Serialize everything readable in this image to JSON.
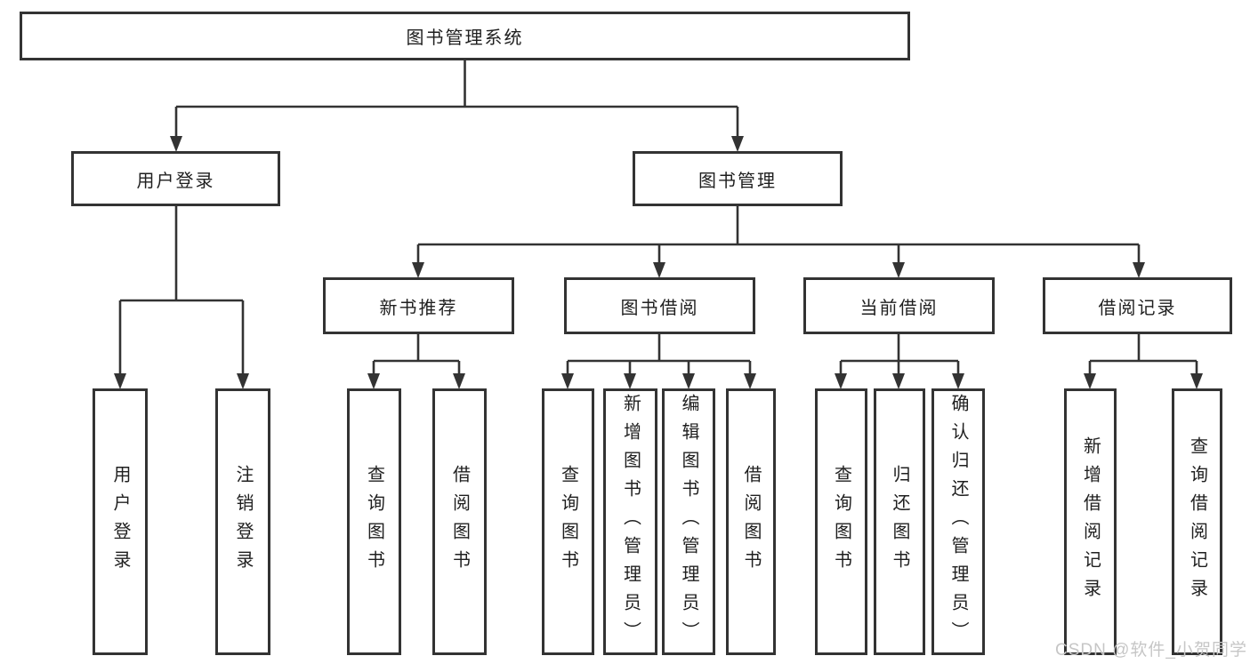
{
  "root": {
    "label": "图书管理系统"
  },
  "level2": [
    {
      "label": "用户登录"
    },
    {
      "label": "图书管理"
    }
  ],
  "level3": [
    {
      "label": "新书推荐"
    },
    {
      "label": "图书借阅"
    },
    {
      "label": "当前借阅"
    },
    {
      "label": "借阅记录"
    }
  ],
  "leaves": [
    {
      "label": "用户登录"
    },
    {
      "label": "注销登录"
    },
    {
      "label": "查询图书"
    },
    {
      "label": "借阅图书"
    },
    {
      "label": "查询图书"
    },
    {
      "label": "新增图书（管理员）"
    },
    {
      "label": "编辑图书（管理员）"
    },
    {
      "label": "借阅图书"
    },
    {
      "label": "查询图书"
    },
    {
      "label": "归还图书"
    },
    {
      "label": "确认归还（管理员）"
    },
    {
      "label": "新增借阅记录"
    },
    {
      "label": "查询借阅记录"
    }
  ],
  "watermark": "CSDN @软件_小贺同学",
  "colors": {
    "line": "#333333",
    "text": "#1f1f1f",
    "watermark": "#c6c6c6",
    "background": "#ffffff"
  }
}
